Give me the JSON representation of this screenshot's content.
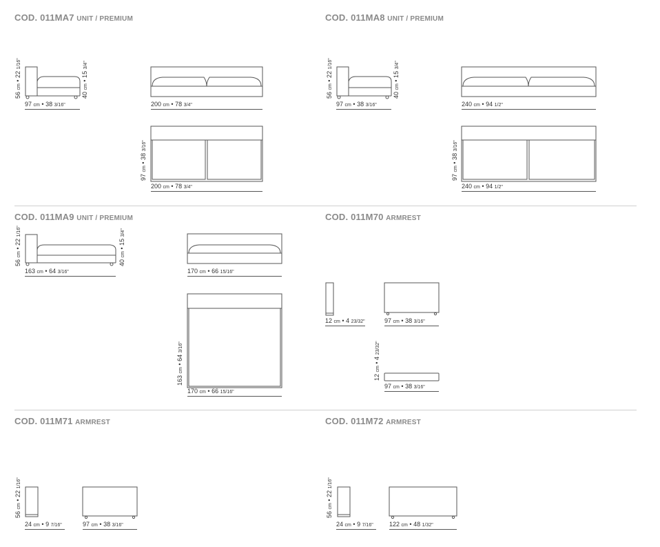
{
  "sections": [
    {
      "code": "COD. 011MA7",
      "kind": "UNIT / PREMIUM",
      "dims": {
        "h_side": {
          "value": "56",
          "unit": "cm",
          "sep": "•",
          "inch": "22",
          "frac": "1/16\""
        },
        "h_seat": {
          "value": "40",
          "unit": "cm",
          "sep": "•",
          "inch": "15",
          "frac": "3/4\""
        },
        "depth": {
          "value": "97",
          "unit": "cm",
          "sep": "•",
          "inch": "38",
          "frac": "3/16\""
        },
        "width_front": {
          "value": "200",
          "unit": "cm",
          "sep": "•",
          "inch": "78",
          "frac": "3/4\""
        },
        "depth_top": {
          "value": "97",
          "unit": "cm",
          "sep": "•",
          "inch": "38",
          "frac": "3/16\""
        },
        "width_top": {
          "value": "200",
          "unit": "cm",
          "sep": "•",
          "inch": "78",
          "frac": "3/4\""
        }
      }
    },
    {
      "code": "COD. 011MA8",
      "kind": "UNIT / PREMIUM",
      "dims": {
        "h_side": {
          "value": "56",
          "unit": "cm",
          "sep": "•",
          "inch": "22",
          "frac": "1/16\""
        },
        "h_seat": {
          "value": "40",
          "unit": "cm",
          "sep": "•",
          "inch": "15",
          "frac": "3/4\""
        },
        "depth": {
          "value": "97",
          "unit": "cm",
          "sep": "•",
          "inch": "38",
          "frac": "3/16\""
        },
        "width_front": {
          "value": "240",
          "unit": "cm",
          "sep": "•",
          "inch": "94",
          "frac": "1/2\""
        },
        "depth_top": {
          "value": "97",
          "unit": "cm",
          "sep": "•",
          "inch": "38",
          "frac": "3/16\""
        },
        "width_top": {
          "value": "240",
          "unit": "cm",
          "sep": "•",
          "inch": "94",
          "frac": "1/2\""
        }
      }
    },
    {
      "code": "COD. 011MA9",
      "kind": "UNIT / PREMIUM",
      "dims": {
        "h_side": {
          "value": "56",
          "unit": "cm",
          "sep": "•",
          "inch": "22",
          "frac": "1/16\""
        },
        "h_seat": {
          "value": "40",
          "unit": "cm",
          "sep": "•",
          "inch": "15",
          "frac": "3/4\""
        },
        "depth": {
          "value": "163",
          "unit": "cm",
          "sep": "•",
          "inch": "64",
          "frac": "3/16\""
        },
        "width_front": {
          "value": "170",
          "unit": "cm",
          "sep": "•",
          "inch": "66",
          "frac": "15/16\""
        },
        "depth_top": {
          "value": "163",
          "unit": "cm",
          "sep": "•",
          "inch": "64",
          "frac": "3/16\""
        },
        "width_top": {
          "value": "170",
          "unit": "cm",
          "sep": "•",
          "inch": "66",
          "frac": "15/16\""
        }
      }
    },
    {
      "code": "COD. 011M70",
      "kind": "ARMREST",
      "dims": {
        "thickness": {
          "value": "12",
          "unit": "cm",
          "sep": "•",
          "inch": "4",
          "frac": "23/32\""
        },
        "depth": {
          "value": "97",
          "unit": "cm",
          "sep": "•",
          "inch": "38",
          "frac": "3/16\""
        },
        "h_top": {
          "value": "12",
          "unit": "cm",
          "sep": "•",
          "inch": "4",
          "frac": "23/32\""
        },
        "depth_top": {
          "value": "97",
          "unit": "cm",
          "sep": "•",
          "inch": "38",
          "frac": "3/16\""
        }
      }
    },
    {
      "code": "COD. 011M71",
      "kind": "ARMREST",
      "dims": {
        "h_side": {
          "value": "56",
          "unit": "cm",
          "sep": "•",
          "inch": "22",
          "frac": "1/16\""
        },
        "thickness": {
          "value": "24",
          "unit": "cm",
          "sep": "•",
          "inch": "9",
          "frac": "7/16\""
        },
        "depth": {
          "value": "97",
          "unit": "cm",
          "sep": "•",
          "inch": "38",
          "frac": "3/16\""
        }
      }
    },
    {
      "code": "COD. 011M72",
      "kind": "ARMREST",
      "dims": {
        "h_side": {
          "value": "56",
          "unit": "cm",
          "sep": "•",
          "inch": "22",
          "frac": "1/16\""
        },
        "thickness": {
          "value": "24",
          "unit": "cm",
          "sep": "•",
          "inch": "9",
          "frac": "7/16\""
        },
        "depth": {
          "value": "122",
          "unit": "cm",
          "sep": "•",
          "inch": "48",
          "frac": "1/32\""
        }
      }
    }
  ],
  "colors": {
    "title": "#8a8a8a",
    "line": "#555555",
    "divider": "#cfcfcf"
  }
}
